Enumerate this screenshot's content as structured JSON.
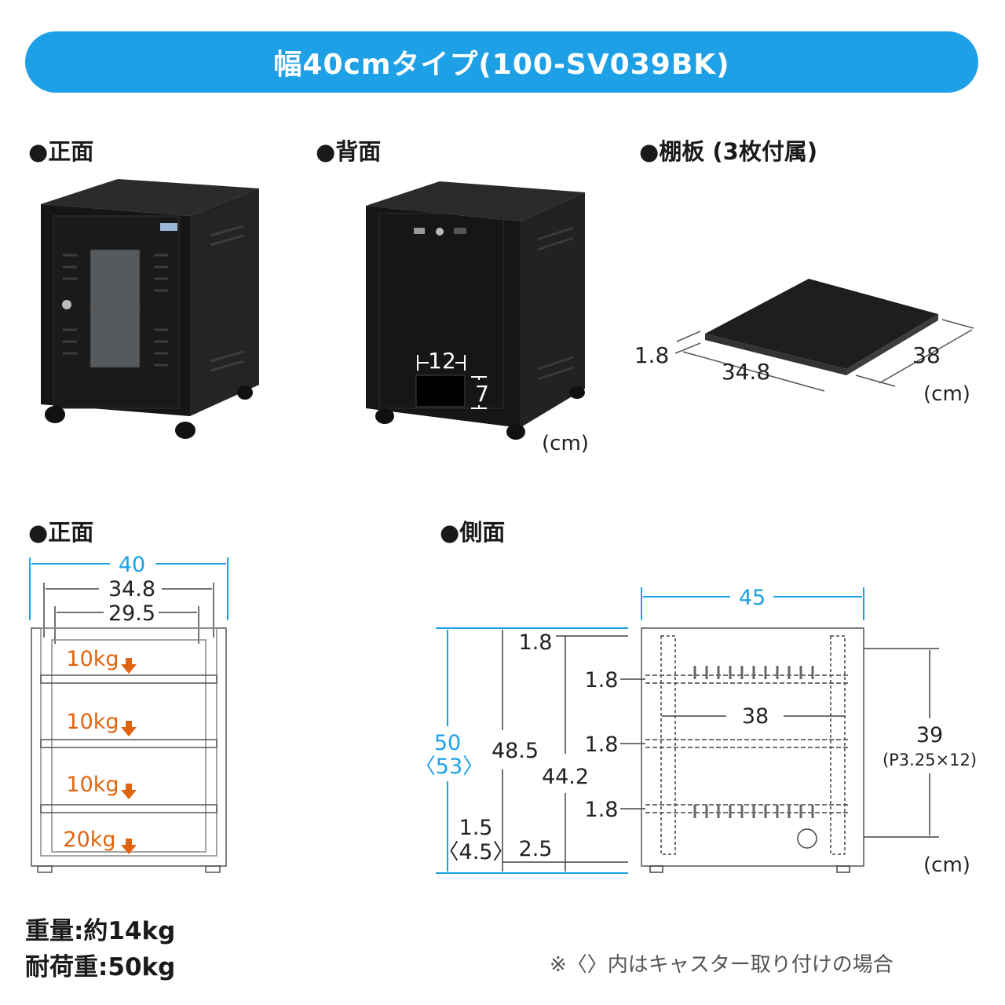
{
  "title": "幅40cmタイプ(100-SV039BK)",
  "sections": {
    "front_photo": "●正面",
    "back_photo": "●背面",
    "shelf_photo": "●棚板 (3枚付属)",
    "front_drawing": "●正面",
    "side_drawing": "●側面"
  },
  "back_dims": {
    "w": "12",
    "h": "7",
    "unit": "(cm)"
  },
  "shelf_dims": {
    "thickness": "1.8",
    "width": "34.8",
    "depth": "38",
    "unit": "(cm)"
  },
  "front_dims": {
    "outer": "40",
    "inner": "34.8",
    "opening": "29.5",
    "loads": [
      "10kg",
      "10kg",
      "10kg",
      "20kg"
    ]
  },
  "side_dims": {
    "depth": "45",
    "height": "50",
    "height_caster": "〈53〉",
    "h1": "48.5",
    "h2": "44.2",
    "top": "1.8",
    "shelf": "1.8",
    "inner_depth": "38",
    "base": "1.5",
    "base_caster": "〈4.5〉",
    "bottom": "2.5",
    "rail": "39",
    "rail_pitch": "(P3.25×12)",
    "unit": "(cm)"
  },
  "specs": {
    "weight": "重量:約14kg",
    "load": "耐荷重:50kg"
  },
  "note": "※〈〉内はキャスター取り付けの場合",
  "colors": {
    "accent": "#1ea0e6",
    "load": "#e0640f",
    "cabinet": "#1c1c1c"
  }
}
